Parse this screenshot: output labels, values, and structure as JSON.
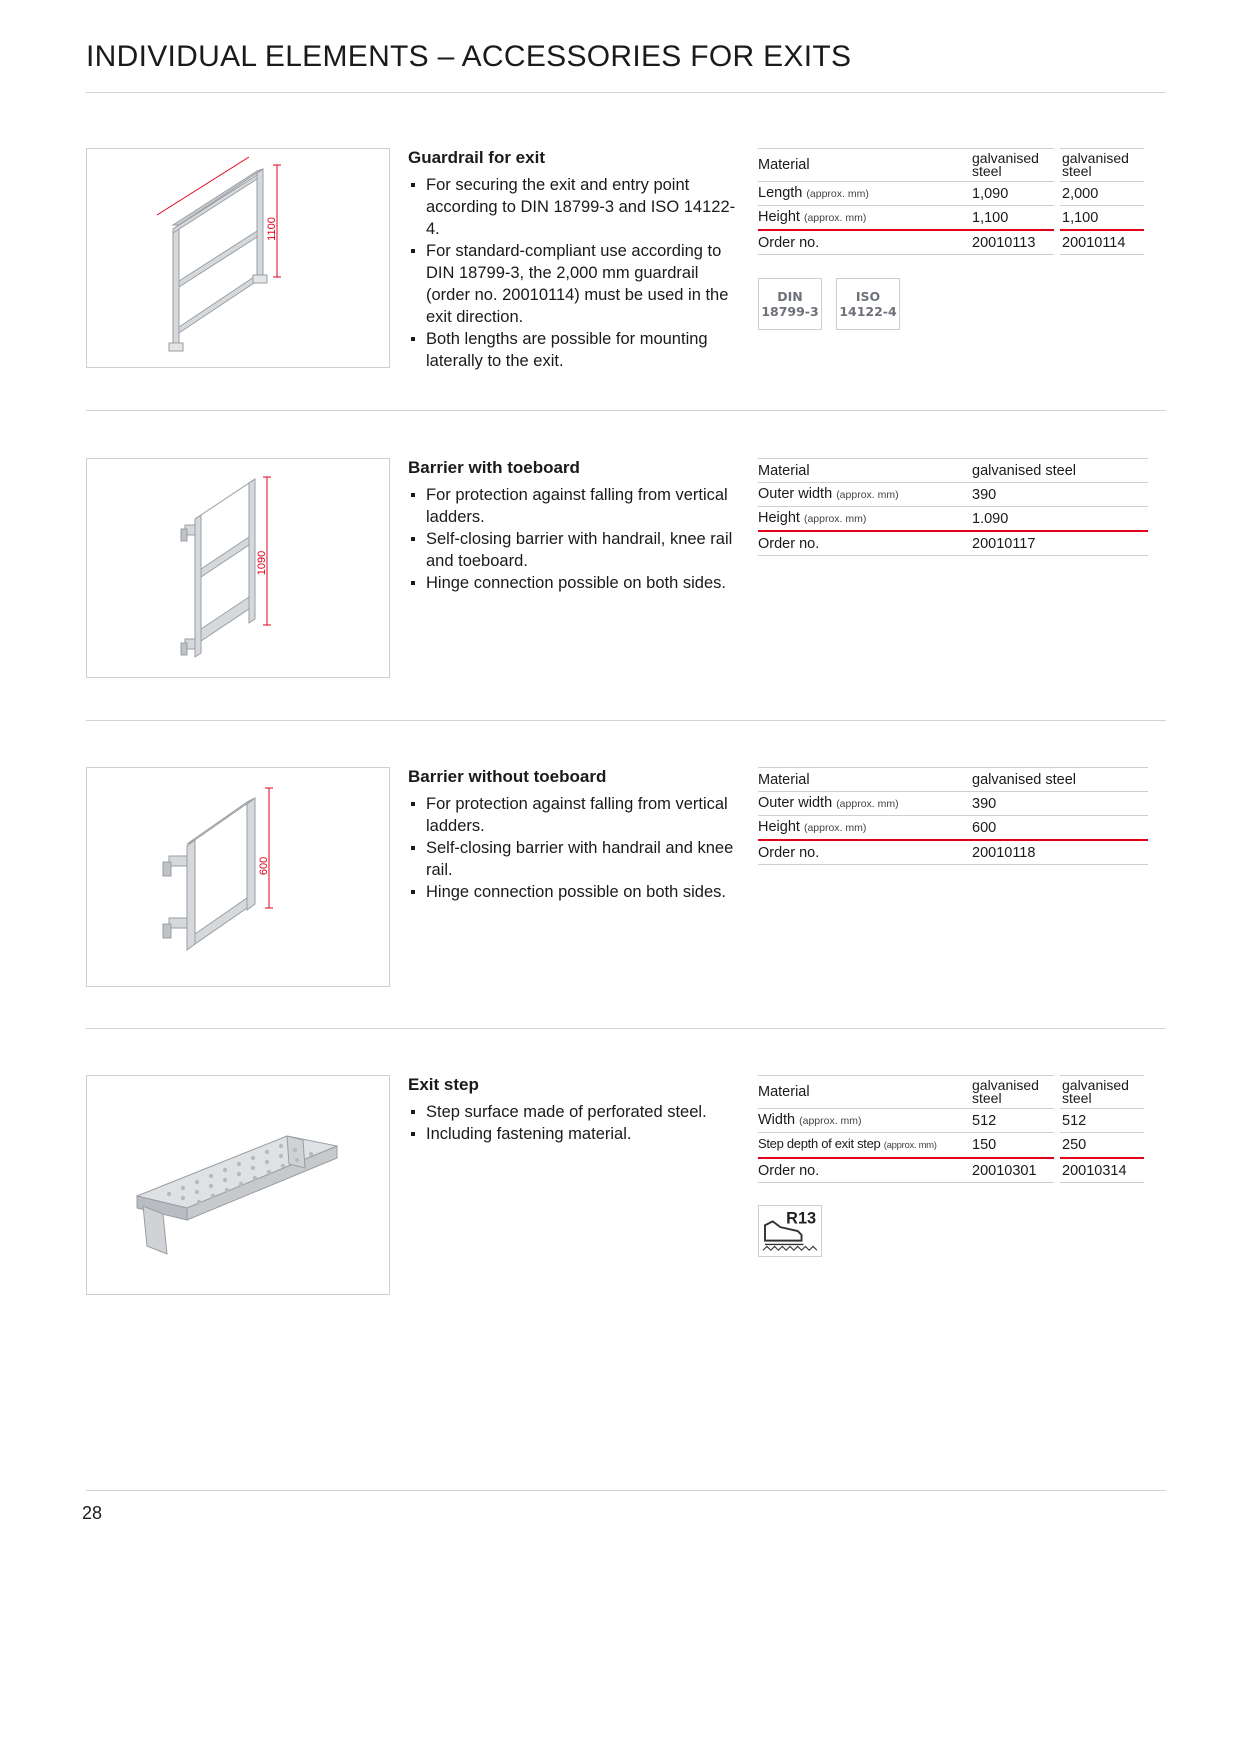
{
  "page": {
    "title": "INDIVIDUAL ELEMENTS – ACCESSORIES FOR EXITS",
    "page_number": "28"
  },
  "products": [
    {
      "title": "Guardrail for exit",
      "dimension_label": "1100",
      "bullets": [
        "For securing the exit and entry point according to DIN 18799-3 and ISO 14122-4.",
        "For standard-compliant use according to DIN 18799-3, the 2,000 mm guardrail (order no. 20010114) must be used in the exit direction.",
        "Both lengths are possible for mounting laterally to the exit."
      ],
      "specs": {
        "material_label": "Material",
        "material_values": [
          "galvanised steel",
          "galvanised steel"
        ],
        "rows": [
          {
            "label": "Length",
            "approx": "(approx. mm)",
            "values": [
              "1,090",
              "2,000"
            ]
          },
          {
            "label": "Height",
            "approx": "(approx. mm)",
            "values": [
              "1,100",
              "1,100"
            ]
          },
          {
            "label": "Order no.",
            "approx": "",
            "values": [
              "20010113",
              "20010114"
            ]
          }
        ]
      },
      "badges": [
        {
          "line1": "DIN",
          "line2": "18799-3"
        },
        {
          "line1": "ISO",
          "line2": "14122-4"
        }
      ]
    },
    {
      "title": "Barrier with toeboard",
      "dimension_label": "1090",
      "bullets": [
        "For protection against falling from vertical ladders.",
        "Self-closing barrier with handrail, knee rail and toeboard.",
        "Hinge connection possible on both sides."
      ],
      "specs": {
        "material_label": "Material",
        "material_values": [
          "galvanised steel"
        ],
        "rows": [
          {
            "label": "Outer width",
            "approx": "(approx. mm)",
            "values": [
              "390"
            ]
          },
          {
            "label": "Height",
            "approx": "(approx. mm)",
            "values": [
              "1.090"
            ]
          },
          {
            "label": "Order no.",
            "approx": "",
            "values": [
              "20010117"
            ]
          }
        ]
      }
    },
    {
      "title": "Barrier without toeboard",
      "dimension_label": "600",
      "bullets": [
        "For protection against falling from vertical ladders.",
        "Self-closing barrier with handrail and knee rail.",
        "Hinge connection possible on both sides."
      ],
      "specs": {
        "material_label": "Material",
        "material_values": [
          "galvanised steel"
        ],
        "rows": [
          {
            "label": "Outer width",
            "approx": "(approx. mm)",
            "values": [
              "390"
            ]
          },
          {
            "label": "Height",
            "approx": "(approx. mm)",
            "values": [
              "600"
            ]
          },
          {
            "label": "Order no.",
            "approx": "",
            "values": [
              "20010118"
            ]
          }
        ]
      }
    },
    {
      "title": "Exit step",
      "bullets": [
        "Step surface made of perforated steel.",
        "Including fastening material."
      ],
      "specs": {
        "material_label": "Material",
        "material_values": [
          "galvanised steel",
          "galvanised steel"
        ],
        "rows": [
          {
            "label": "Width",
            "approx": "(approx. mm)",
            "values": [
              "512",
              "512"
            ]
          },
          {
            "label": "Step depth of exit step",
            "approx": "(approx. mm)",
            "values": [
              "150",
              "250"
            ]
          },
          {
            "label": "Order no.",
            "approx": "",
            "values": [
              "20010301",
              "20010314"
            ]
          }
        ]
      },
      "rating_badge": "R13"
    }
  ]
}
